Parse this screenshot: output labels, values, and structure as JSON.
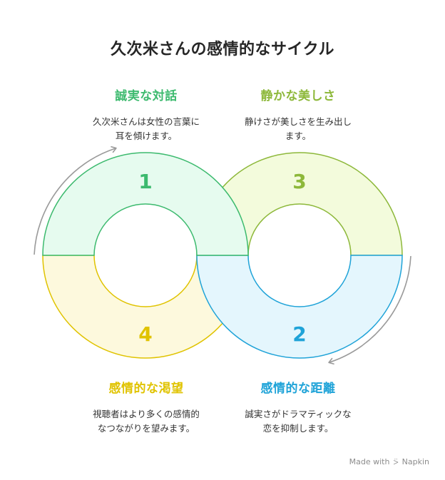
{
  "title": "久次米さんの感情的なサイクル",
  "colors": {
    "green": "#3cba6e",
    "lime": "#8db83a",
    "yellow": "#e0c300",
    "blue": "#1fa3d8",
    "green_fill": "#e6fbef",
    "lime_fill": "#f3fbdc",
    "yellow_fill": "#fdf9dd",
    "blue_fill": "#e4f6fd"
  },
  "stages": [
    {
      "number": "1",
      "heading": "誠実な対話",
      "desc": [
        "久次米さんは女性の言葉に",
        "耳を傾けます。"
      ]
    },
    {
      "number": "2",
      "heading": "感情的な距離",
      "desc": [
        "誠実さがドラマティックな",
        "恋を抑制します。"
      ]
    },
    {
      "number": "3",
      "heading": "静かな美しさ",
      "desc": [
        "静けさが美しさを生み出し",
        "ます。"
      ]
    },
    {
      "number": "4",
      "heading": "感情的な渇望",
      "desc": [
        "視聴者はより多くの感情的",
        "なつながりを望みます。"
      ]
    }
  ],
  "footer": {
    "made_with": "Made with",
    "brand": "Napkin"
  }
}
